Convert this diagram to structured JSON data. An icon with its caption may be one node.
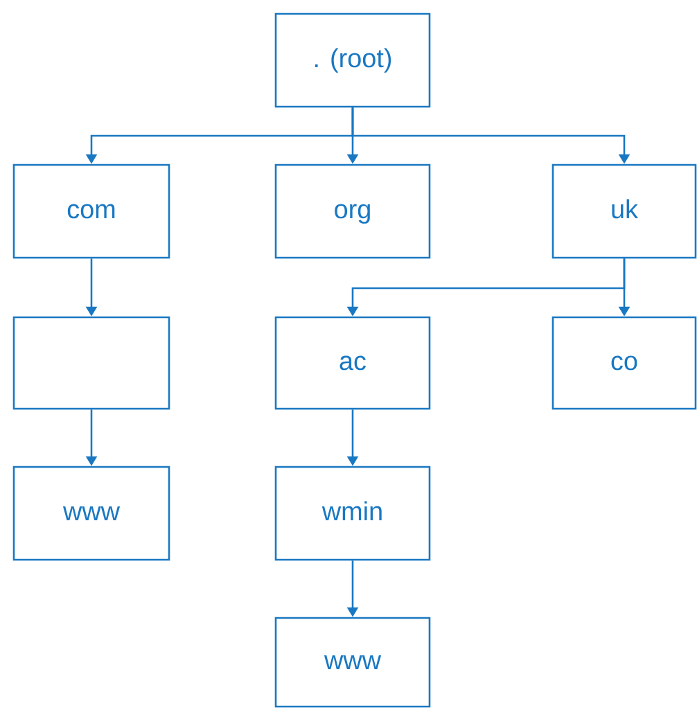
{
  "diagram": {
    "nodes": [
      {
        "text": [
          ". (root)"
        ]
      },
      {
        "text": [
          "com"
        ]
      },
      {
        "text": [
          "org"
        ]
      },
      {
        "text": [
          "uk"
        ]
      },
      {
        "text": [],
        "shape": "box"
      },
      {
        "text": [
          "ac"
        ]
      },
      {
        "text": [
          "co"
        ]
      },
      {
        "text": [
          "www"
        ]
      },
      {
        "text": [
          "wmin"
        ]
      },
      {
        "text": [
          "www"
        ]
      }
    ],
    "edges": [
      {
        "from": 0,
        "to": 1,
        "arrow": "to"
      },
      {
        "from": 0,
        "to": 2,
        "arrow": "to"
      },
      {
        "from": 0,
        "to": 3,
        "arrow": "to"
      },
      {
        "from": 1,
        "to": 4,
        "arrow": "to"
      },
      {
        "from": 3,
        "to": 5,
        "arrow": "to"
      },
      {
        "from": 3,
        "to": 6,
        "arrow": "to"
      },
      {
        "from": 4,
        "to": 7,
        "arrow": "to"
      },
      {
        "from": 5,
        "to": 8,
        "arrow": "to"
      },
      {
        "from": 8,
        "to": 9,
        "arrow": "to"
      }
    ]
  }
}
